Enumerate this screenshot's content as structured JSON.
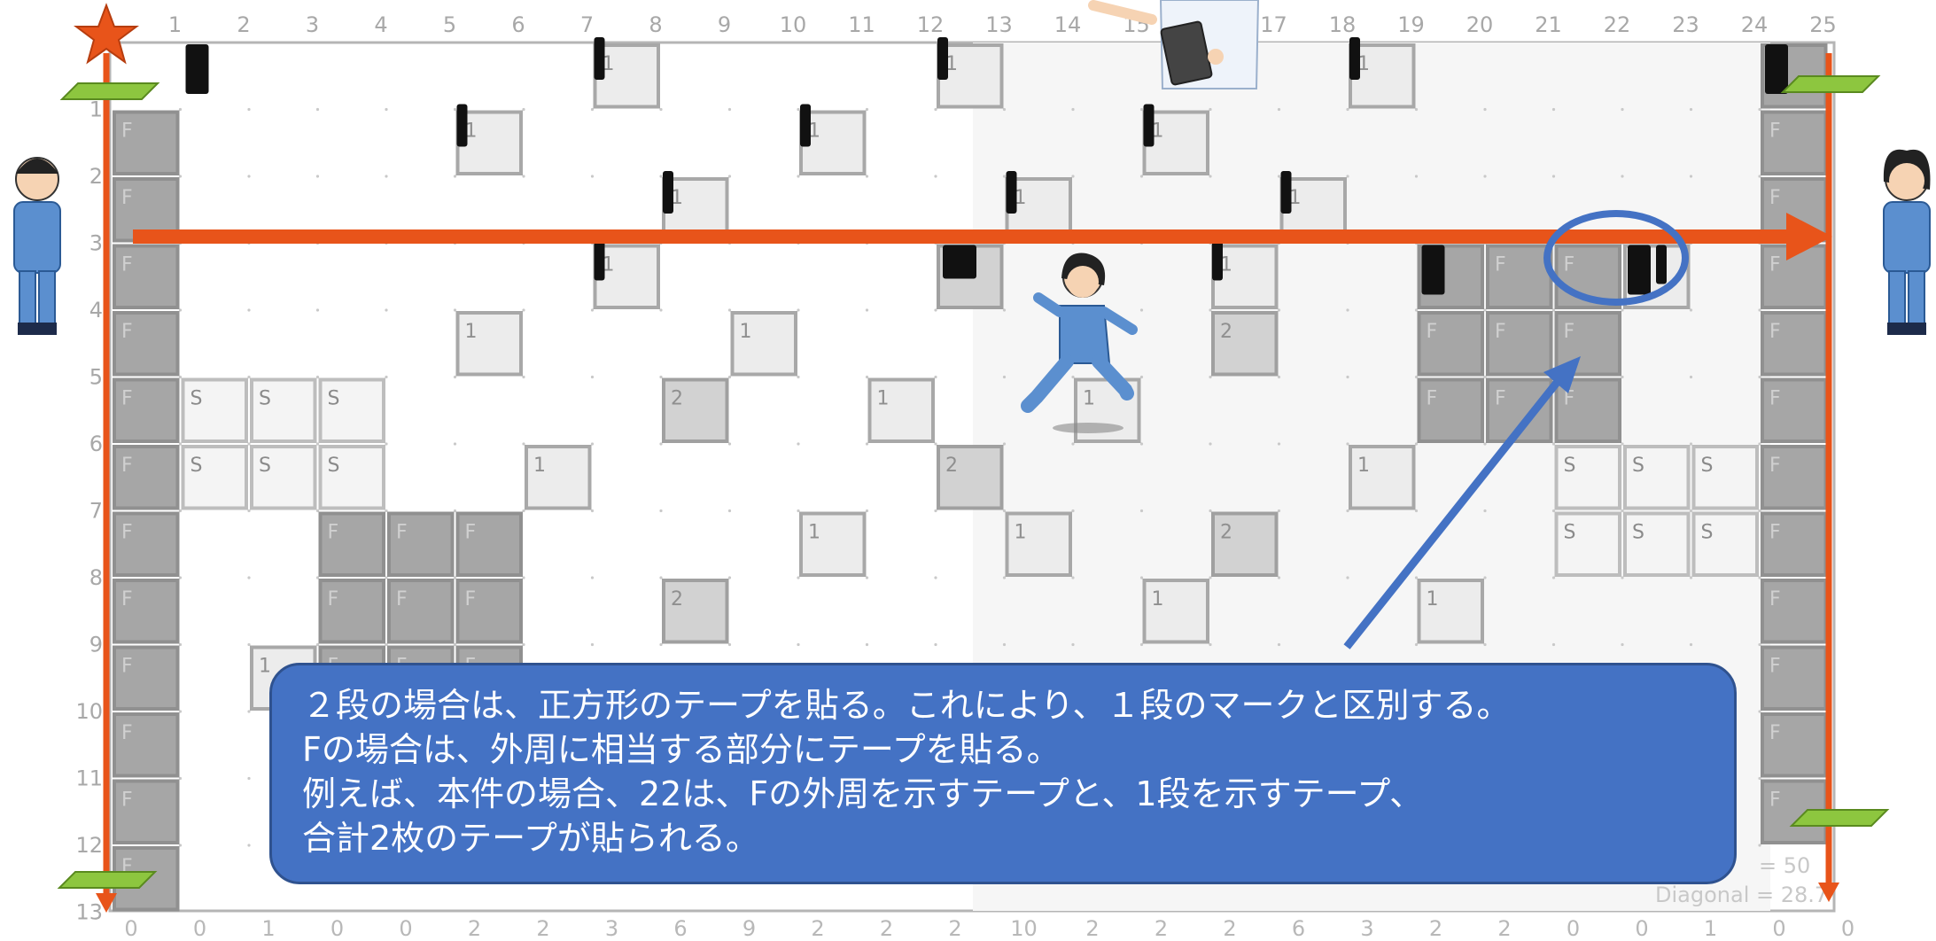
{
  "grid": {
    "col_numbers": [
      "1",
      "2",
      "3",
      "4",
      "5",
      "6",
      "7",
      "8",
      "9",
      "10",
      "11",
      "12",
      "13",
      "14",
      "15",
      "16",
      "17",
      "18",
      "19",
      "20",
      "21",
      "22",
      "23",
      "24",
      "25"
    ],
    "row_numbers": [
      "1",
      "2",
      "3",
      "4",
      "5",
      "6",
      "7",
      "8",
      "9",
      "10",
      "11",
      "12",
      "13"
    ],
    "bottom_counts": [
      "0",
      "0",
      "1",
      "0",
      "0",
      "2",
      "2",
      "3",
      "6",
      "9",
      "2",
      "2",
      "2",
      "10",
      "2",
      "2",
      "2",
      "6",
      "3",
      "2",
      "2",
      "0",
      "0",
      "1",
      "0",
      "0"
    ],
    "cells": [
      {
        "c": 0,
        "r": 1,
        "label": "F",
        "kind": "F"
      },
      {
        "c": 0,
        "r": 2,
        "label": "F",
        "kind": "F"
      },
      {
        "c": 0,
        "r": 3,
        "label": "F",
        "kind": "F"
      },
      {
        "c": 0,
        "r": 4,
        "label": "F",
        "kind": "F"
      },
      {
        "c": 0,
        "r": 5,
        "label": "F",
        "kind": "F"
      },
      {
        "c": 0,
        "r": 6,
        "label": "F",
        "kind": "F"
      },
      {
        "c": 0,
        "r": 7,
        "label": "F",
        "kind": "F"
      },
      {
        "c": 0,
        "r": 8,
        "label": "F",
        "kind": "F"
      },
      {
        "c": 0,
        "r": 9,
        "label": "F",
        "kind": "F"
      },
      {
        "c": 0,
        "r": 10,
        "label": "F",
        "kind": "F"
      },
      {
        "c": 0,
        "r": 11,
        "label": "F",
        "kind": "F"
      },
      {
        "c": 0,
        "r": 12,
        "label": "F",
        "kind": "F"
      },
      {
        "c": 24,
        "r": 0,
        "label": "F",
        "kind": "F"
      },
      {
        "c": 24,
        "r": 1,
        "label": "F",
        "kind": "F"
      },
      {
        "c": 24,
        "r": 2,
        "label": "F",
        "kind": "F"
      },
      {
        "c": 24,
        "r": 3,
        "label": "F",
        "kind": "F"
      },
      {
        "c": 24,
        "r": 4,
        "label": "F",
        "kind": "F"
      },
      {
        "c": 24,
        "r": 5,
        "label": "F",
        "kind": "F"
      },
      {
        "c": 24,
        "r": 6,
        "label": "F",
        "kind": "F"
      },
      {
        "c": 24,
        "r": 7,
        "label": "F",
        "kind": "F"
      },
      {
        "c": 24,
        "r": 8,
        "label": "F",
        "kind": "F"
      },
      {
        "c": 24,
        "r": 9,
        "label": "F",
        "kind": "F"
      },
      {
        "c": 24,
        "r": 10,
        "label": "F",
        "kind": "F"
      },
      {
        "c": 24,
        "r": 11,
        "label": "F",
        "kind": "F"
      },
      {
        "c": 1,
        "r": 5,
        "label": "S",
        "kind": "S"
      },
      {
        "c": 2,
        "r": 5,
        "label": "S",
        "kind": "S"
      },
      {
        "c": 3,
        "r": 5,
        "label": "S",
        "kind": "S"
      },
      {
        "c": 1,
        "r": 6,
        "label": "S",
        "kind": "S"
      },
      {
        "c": 2,
        "r": 6,
        "label": "S",
        "kind": "S"
      },
      {
        "c": 3,
        "r": 6,
        "label": "S",
        "kind": "S"
      },
      {
        "c": 3,
        "r": 7,
        "label": "F",
        "kind": "F"
      },
      {
        "c": 4,
        "r": 7,
        "label": "F",
        "kind": "F"
      },
      {
        "c": 5,
        "r": 7,
        "label": "F",
        "kind": "F"
      },
      {
        "c": 3,
        "r": 8,
        "label": "F",
        "kind": "F"
      },
      {
        "c": 4,
        "r": 8,
        "label": "F",
        "kind": "F"
      },
      {
        "c": 5,
        "r": 8,
        "label": "F",
        "kind": "F"
      },
      {
        "c": 3,
        "r": 9,
        "label": "F",
        "kind": "F"
      },
      {
        "c": 4,
        "r": 9,
        "label": "F",
        "kind": "F"
      },
      {
        "c": 5,
        "r": 9,
        "label": "F",
        "kind": "F"
      },
      {
        "c": 19,
        "r": 3,
        "label": "F",
        "kind": "F"
      },
      {
        "c": 20,
        "r": 3,
        "label": "F",
        "kind": "F"
      },
      {
        "c": 21,
        "r": 3,
        "label": "F",
        "kind": "F"
      },
      {
        "c": 19,
        "r": 4,
        "label": "F",
        "kind": "F"
      },
      {
        "c": 20,
        "r": 4,
        "label": "F",
        "kind": "F"
      },
      {
        "c": 21,
        "r": 4,
        "label": "F",
        "kind": "F"
      },
      {
        "c": 19,
        "r": 5,
        "label": "F",
        "kind": "F"
      },
      {
        "c": 20,
        "r": 5,
        "label": "F",
        "kind": "F"
      },
      {
        "c": 21,
        "r": 5,
        "label": "F",
        "kind": "F"
      },
      {
        "c": 21,
        "r": 6,
        "label": "S",
        "kind": "S"
      },
      {
        "c": 22,
        "r": 6,
        "label": "S",
        "kind": "S"
      },
      {
        "c": 23,
        "r": 6,
        "label": "S",
        "kind": "S"
      },
      {
        "c": 21,
        "r": 7,
        "label": "S",
        "kind": "S"
      },
      {
        "c": 22,
        "r": 7,
        "label": "S",
        "kind": "S"
      },
      {
        "c": 23,
        "r": 7,
        "label": "S",
        "kind": "S"
      },
      {
        "c": 7,
        "r": 0,
        "label": "1",
        "kind": "1"
      },
      {
        "c": 12,
        "r": 0,
        "label": "1",
        "kind": "1"
      },
      {
        "c": 18,
        "r": 0,
        "label": "1",
        "kind": "1"
      },
      {
        "c": 5,
        "r": 1,
        "label": "1",
        "kind": "1"
      },
      {
        "c": 10,
        "r": 1,
        "label": "1",
        "kind": "1"
      },
      {
        "c": 15,
        "r": 1,
        "label": "1",
        "kind": "1"
      },
      {
        "c": 8,
        "r": 2,
        "label": "1",
        "kind": "1"
      },
      {
        "c": 13,
        "r": 2,
        "label": "1",
        "kind": "1"
      },
      {
        "c": 17,
        "r": 2,
        "label": "1",
        "kind": "1"
      },
      {
        "c": 7,
        "r": 3,
        "label": "1",
        "kind": "1"
      },
      {
        "c": 12,
        "r": 3,
        "label": "",
        "kind": "2"
      },
      {
        "c": 16,
        "r": 3,
        "label": "1",
        "kind": "1"
      },
      {
        "c": 22,
        "r": 3,
        "label": "1",
        "kind": "1"
      },
      {
        "c": 5,
        "r": 4,
        "label": "1",
        "kind": "1"
      },
      {
        "c": 9,
        "r": 4,
        "label": "1",
        "kind": "1"
      },
      {
        "c": 16,
        "r": 4,
        "label": "2",
        "kind": "2"
      },
      {
        "c": 8,
        "r": 5,
        "label": "2",
        "kind": "2"
      },
      {
        "c": 11,
        "r": 5,
        "label": "1",
        "kind": "1"
      },
      {
        "c": 14,
        "r": 5,
        "label": "1",
        "kind": "1"
      },
      {
        "c": 6,
        "r": 6,
        "label": "1",
        "kind": "1"
      },
      {
        "c": 12,
        "r": 6,
        "label": "2",
        "kind": "2"
      },
      {
        "c": 18,
        "r": 6,
        "label": "1",
        "kind": "1"
      },
      {
        "c": 10,
        "r": 7,
        "label": "1",
        "kind": "1"
      },
      {
        "c": 13,
        "r": 7,
        "label": "1",
        "kind": "1"
      },
      {
        "c": 16,
        "r": 7,
        "label": "2",
        "kind": "2"
      },
      {
        "c": 8,
        "r": 8,
        "label": "2",
        "kind": "2"
      },
      {
        "c": 15,
        "r": 8,
        "label": "1",
        "kind": "1"
      },
      {
        "c": 19,
        "r": 8,
        "label": "1",
        "kind": "1"
      },
      {
        "c": 2,
        "r": 9,
        "label": "1",
        "kind": "1"
      }
    ],
    "tapes": [
      {
        "c": 1,
        "r": 0,
        "type": "big"
      },
      {
        "c": 7,
        "r": 0,
        "type": "thin"
      },
      {
        "c": 12,
        "r": 0,
        "type": "thin"
      },
      {
        "c": 18,
        "r": 0,
        "type": "thin"
      },
      {
        "c": 24,
        "r": 0,
        "type": "big"
      },
      {
        "c": 5,
        "r": 1,
        "type": "thin"
      },
      {
        "c": 10,
        "r": 1,
        "type": "thin"
      },
      {
        "c": 15,
        "r": 1,
        "type": "thin"
      },
      {
        "c": 8,
        "r": 2,
        "type": "thin"
      },
      {
        "c": 13,
        "r": 2,
        "type": "thin"
      },
      {
        "c": 17,
        "r": 2,
        "type": "thin"
      },
      {
        "c": 7,
        "r": 3,
        "type": "thin"
      },
      {
        "c": 12,
        "r": 3,
        "type": "square"
      },
      {
        "c": 16,
        "r": 3,
        "type": "thin"
      },
      {
        "c": 19,
        "r": 3,
        "type": "big"
      },
      {
        "c": 22,
        "r": 3,
        "type": "big"
      },
      {
        "c": 22,
        "r": 3,
        "type": "thin-right"
      }
    ]
  },
  "overlay_footer": {
    "line1": "= 50",
    "line2": "Diagonal = 28.7"
  },
  "callout": {
    "line1": "２段の場合は、正方形のテープを貼る。これにより、１段のマークと区別する。",
    "line2": "Fの場合は、外周に相当する部分にテープを貼る。",
    "line3": "例えば、本件の場合、22は、Fの外周を示すテープと、1段を示すテープ、",
    "line4": "合計2枚のテープが貼られる。"
  },
  "colors": {
    "orange_arrow": "#e8541a",
    "blue_arrow": "#4472c4",
    "callout_bg": "#4472c4",
    "pad_green": "#8dc63f",
    "star": "#e8541a"
  }
}
